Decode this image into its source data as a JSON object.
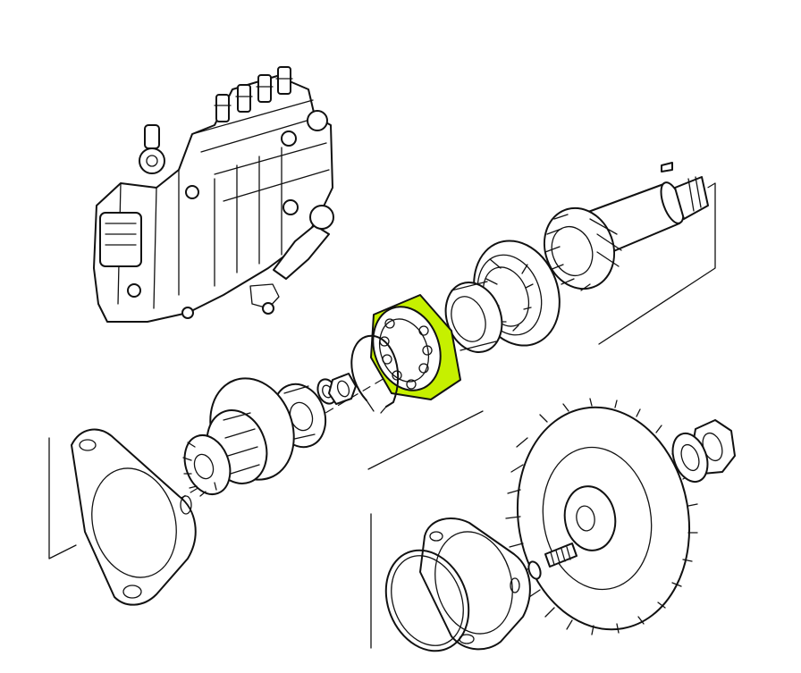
{
  "diagram": {
    "style": "exploded-view line drawing",
    "background_color": "#ffffff",
    "line_color": "#111111",
    "highlight_color": "#c6f000",
    "highlighted_part": "ball-bearing",
    "parts": [
      "injection-pump",
      "drive-shaft",
      "roller-bearing",
      "bearing-inner-race",
      "ball-bearing",
      "circlip",
      "washer",
      "nut",
      "drive-coupling",
      "gear-hub",
      "triangular-gasket",
      "drive-sprocket",
      "sprocket-flange",
      "o-ring",
      "sprocket-nut",
      "sprocket-washer"
    ]
  }
}
